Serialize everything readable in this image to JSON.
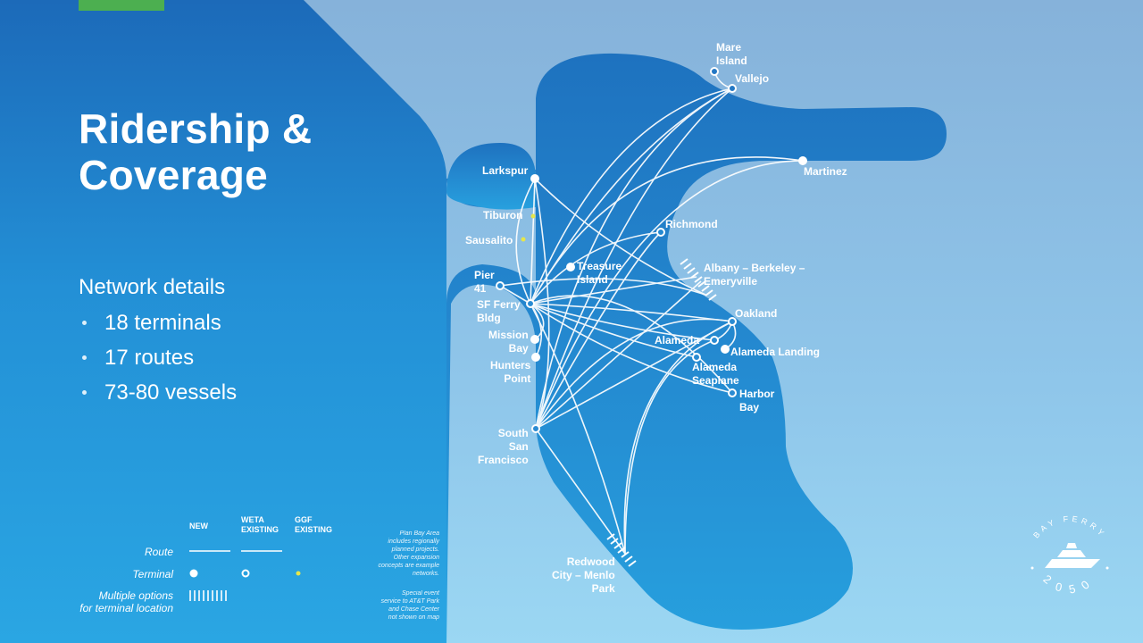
{
  "slide": {
    "title": [
      "Ridership &",
      "Coverage"
    ],
    "details_heading": "Network details",
    "details": [
      "18 terminals",
      "17 routes",
      "73-80 vessels"
    ]
  },
  "colors": {
    "bg_dark": "#1d6fbd",
    "bg_mid": "#2aa3e0",
    "bg_light": "#8ab9df",
    "water": "#2a8bd2",
    "accent": "#4caf50",
    "ggf_terminal": "#e6e64a",
    "route": "#ffffff"
  },
  "terminals": {
    "mare_island": "Mare\nIsland",
    "vallejo": "Vallejo",
    "martinez": "Martinez",
    "larkspur": "Larkspur",
    "tiburon": "Tiburon",
    "sausalito": "Sausalito",
    "richmond": "Richmond",
    "treasure_island": "Treasure\nIsland",
    "pier41": "Pier\n41",
    "sf_ferry": "SF Ferry\nBldg",
    "albany": "Albany – Berkeley –\nEmeryville",
    "oakland": "Oakland",
    "alameda": "Alameda",
    "alameda_landing": "Alameda Landing",
    "mission_bay": "Mission\nBay",
    "hunters_point": "Hunters\nPoint",
    "alameda_seaplane": "Alameda\nSeaplane",
    "harbor_bay": "Harbor\nBay",
    "south_sf": "South\nSan\nFrancisco",
    "redwood_city": "Redwood\nCity – Menlo\nPark"
  },
  "legend": {
    "col_new": "NEW",
    "col_weta": "WETA\nEXISTING",
    "col_ggf": "GGF\nEXISTING",
    "row_route": "Route",
    "row_terminal": "Terminal",
    "row_multiple": "Multiple options\nfor terminal location"
  },
  "notes": {
    "plan": "Plan Bay Area\nincludes regionally\nplanned projects.\nOther expansion\nconcepts are example\nnetworks.",
    "special": "Special event\nservice to AT&T Park\nand Chase Center\nnot shown on map"
  },
  "brand": {
    "top": "BAY FERRY",
    "bottom": "2050",
    "icon": "ferry-boat-icon"
  }
}
